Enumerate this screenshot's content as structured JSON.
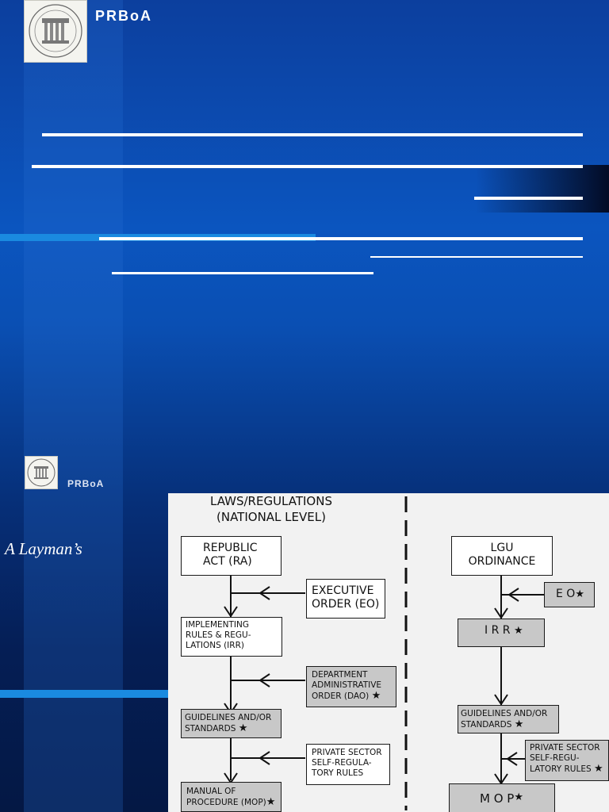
{
  "header": {
    "brand_top": "PRBoA",
    "brand_mid": "PRBoA"
  },
  "body_text": {
    "layman": "A Layman’s"
  },
  "diagram": {
    "national_title_line1": "LAWS/REGULATIONS",
    "national_title_line2": "(NATIONAL LEVEL)",
    "republic_act_line1": "REPUBLIC",
    "republic_act_line2": "ACT (RA)",
    "executive_order_line1": "EXECUTIVE",
    "executive_order_line2": "ORDER (EO)",
    "irr_line1": "IMPLEMENTING",
    "irr_line2": "RULES & REGU-",
    "irr_line3": "LATIONS (IRR)",
    "dao_line1": "DEPARTMENT",
    "dao_line2": "ADMINISTRATIVE",
    "dao_line3": "ORDER (DAO)",
    "guidelines_line1": "GUIDELINES AND/OR",
    "guidelines_line2": "STANDARDS",
    "private_line1": "PRIVATE SECTOR",
    "private_line2": "SELF-REGULA-",
    "private_line3": "TORY RULES",
    "mop_line1": "MANUAL OF",
    "mop_line2": "PROCEDURE (MOP)",
    "lgu_line1": "LGU",
    "lgu_line2": "ORDINANCE",
    "lgu_eo": "E O",
    "lgu_irr": "I R R",
    "lgu_guidelines_line1": "GUIDELINES AND/OR",
    "lgu_guidelines_line2": "STANDARDS",
    "lgu_private_line1": "PRIVATE SECTOR",
    "lgu_private_line2": "SELF-REGU-",
    "lgu_private_line3": "LATORY RULES",
    "lgu_mop": "M O P",
    "star": "★"
  }
}
